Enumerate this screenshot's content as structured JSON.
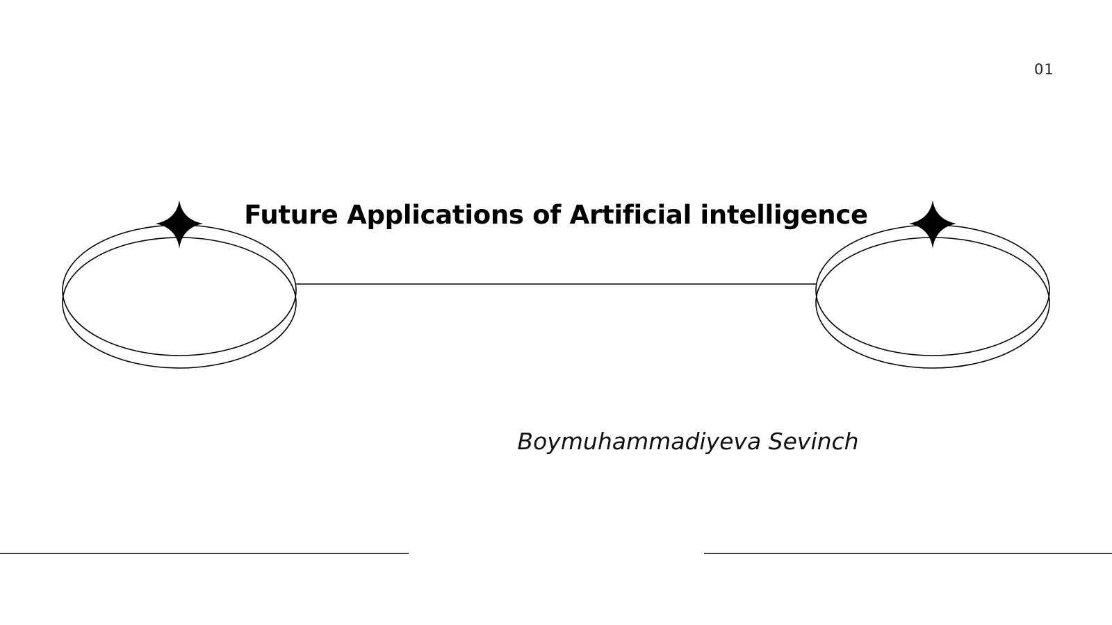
{
  "slide": {
    "page_number": "01",
    "title": "Future Applications of Artificial intelligence",
    "author": "Boymuhammadiyeva Sevinch"
  },
  "icons": [
    "sparkle-star-icon",
    "ring-ellipse-icon"
  ],
  "colors": {
    "background": "#ffffff",
    "ink": "#000000"
  }
}
